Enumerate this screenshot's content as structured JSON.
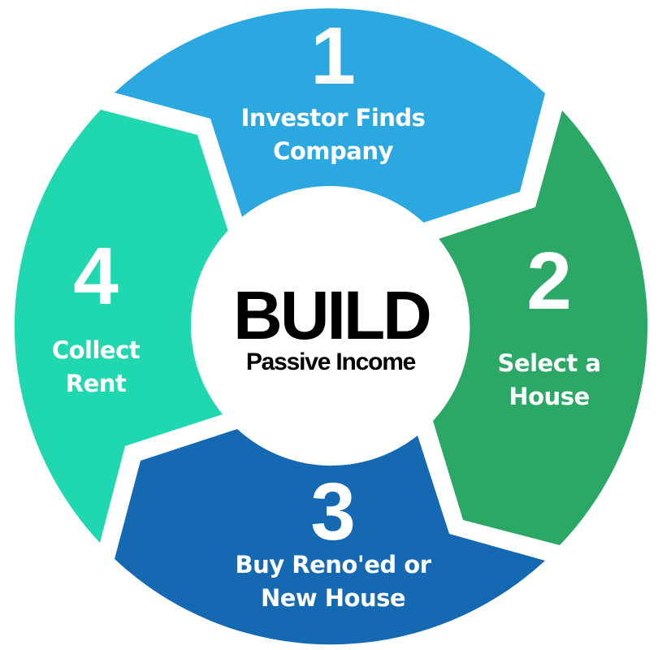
{
  "center": {
    "title": "BUILD",
    "subtitle": "Passive Income"
  },
  "steps": [
    {
      "number": "1",
      "line1": "Investor Finds",
      "line2": "Company",
      "color": "#2ba8e0"
    },
    {
      "number": "2",
      "line1": "Select a",
      "line2": "House",
      "color": "#2ba866"
    },
    {
      "number": "3",
      "line1": "Buy Reno'ed or",
      "line2": "New House",
      "color": "#1569b3"
    },
    {
      "number": "4",
      "line1": "Collect",
      "line2": "Rent",
      "color": "#20d8b0"
    }
  ]
}
